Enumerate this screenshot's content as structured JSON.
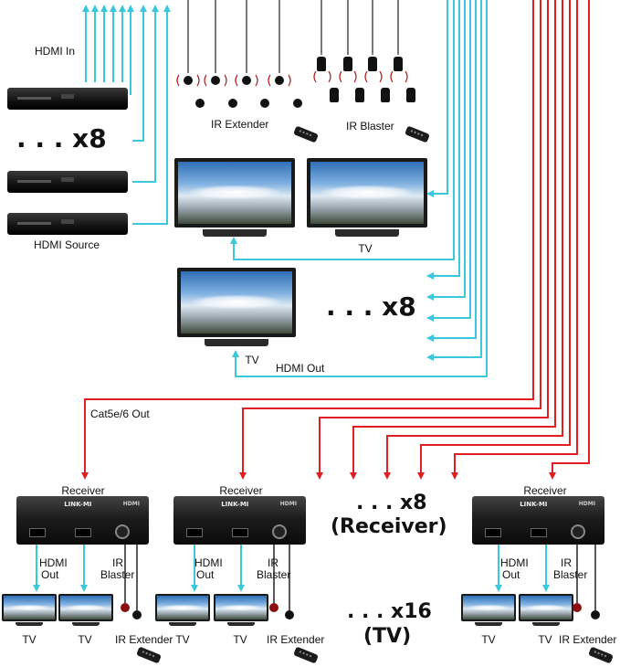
{
  "labels": {
    "hdmi_in": "HDMI In",
    "x8_sources": ". . . x8",
    "hdmi_source": "HDMI Source",
    "ir_extender": "IR Extender",
    "ir_blaster": "IR Blaster",
    "tv": "TV",
    "x8_tvs": ". . . x8",
    "hdmi_out": "HDMI Out",
    "cat5e_out": "Cat5e/6 Out",
    "receiver": "Receiver",
    "x8_receiver": ". . . x8",
    "receiver_paren": "(Receiver)",
    "hdmi": "HDMI",
    "out": "Out",
    "ir": "IR",
    "blaster": "Blaster",
    "x16": ". . . x16",
    "tv_paren": "(TV)",
    "brand": "LINK-MI",
    "hdmi_logo": "HDMI"
  },
  "colors": {
    "hdmi_line": "#3cc8dc",
    "cat_line": "#e02020",
    "ir_wave": "#b02020"
  }
}
